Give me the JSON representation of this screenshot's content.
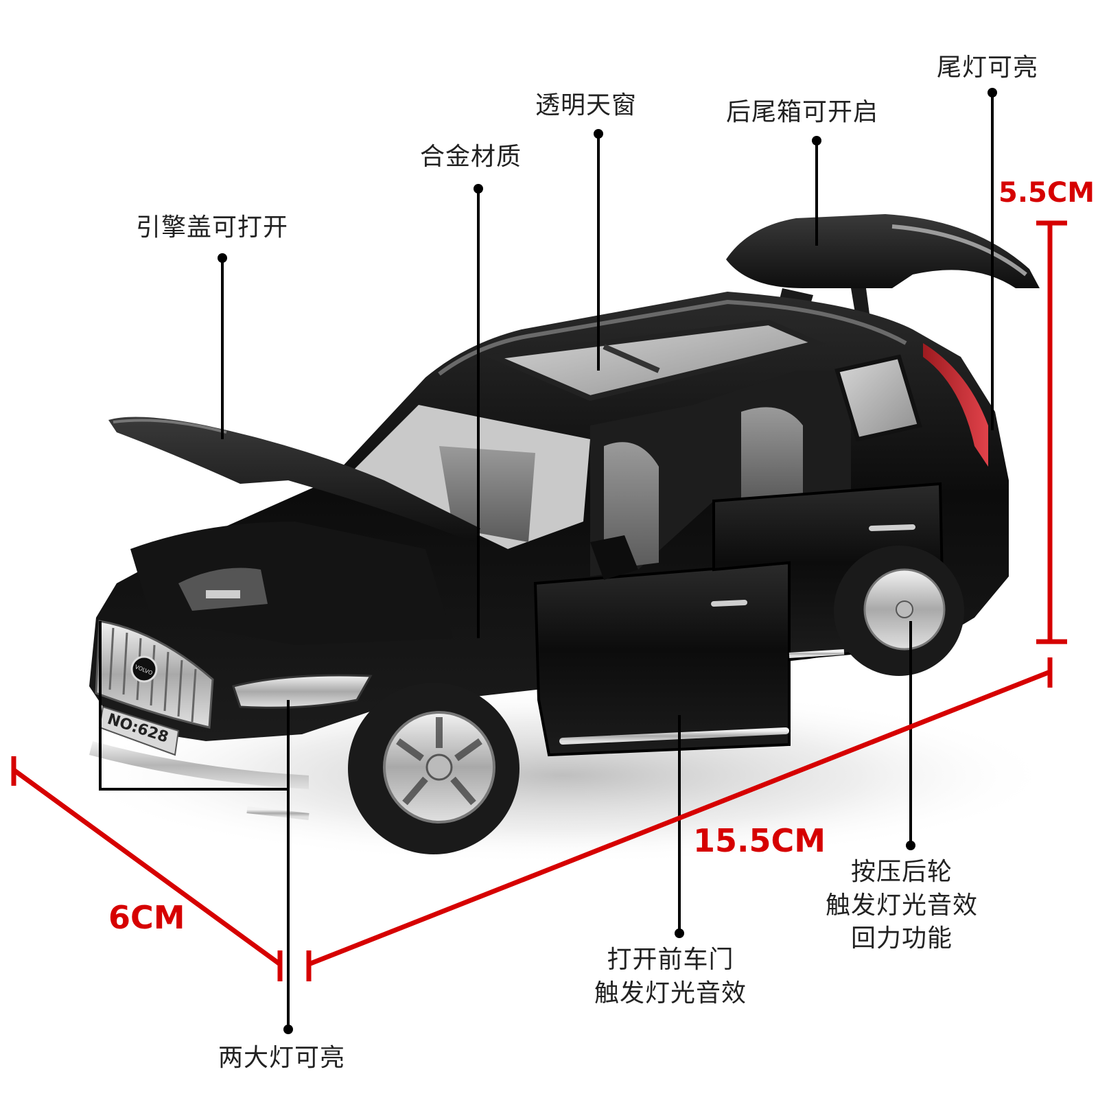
{
  "product": {
    "subject": "black die-cast SUV model car, 3/4 front view, hood, front door, rear door and tailgate open",
    "badge_text": "VOLVO",
    "plate_text": "NO:628",
    "body_color": "#111111",
    "accent_color": "#d60000",
    "taillight_color": "#c8262c"
  },
  "callouts": [
    {
      "id": "hood",
      "lines": [
        "引擎盖可打开"
      ]
    },
    {
      "id": "alloy",
      "lines": [
        "合金材质"
      ]
    },
    {
      "id": "sunroof",
      "lines": [
        "透明天窗"
      ]
    },
    {
      "id": "trunk",
      "lines": [
        "后尾箱可开启"
      ]
    },
    {
      "id": "taillight",
      "lines": [
        "尾灯可亮"
      ]
    },
    {
      "id": "headlights",
      "lines": [
        "两大灯可亮"
      ]
    },
    {
      "id": "front-door",
      "lines": [
        "打开前车门",
        "触发灯光音效"
      ]
    },
    {
      "id": "rear-wheel",
      "lines": [
        "按压后轮",
        "触发灯光音效",
        "回力功能"
      ]
    }
  ],
  "dimensions": {
    "height": "5.5CM",
    "length": "15.5CM",
    "width": "6CM"
  }
}
